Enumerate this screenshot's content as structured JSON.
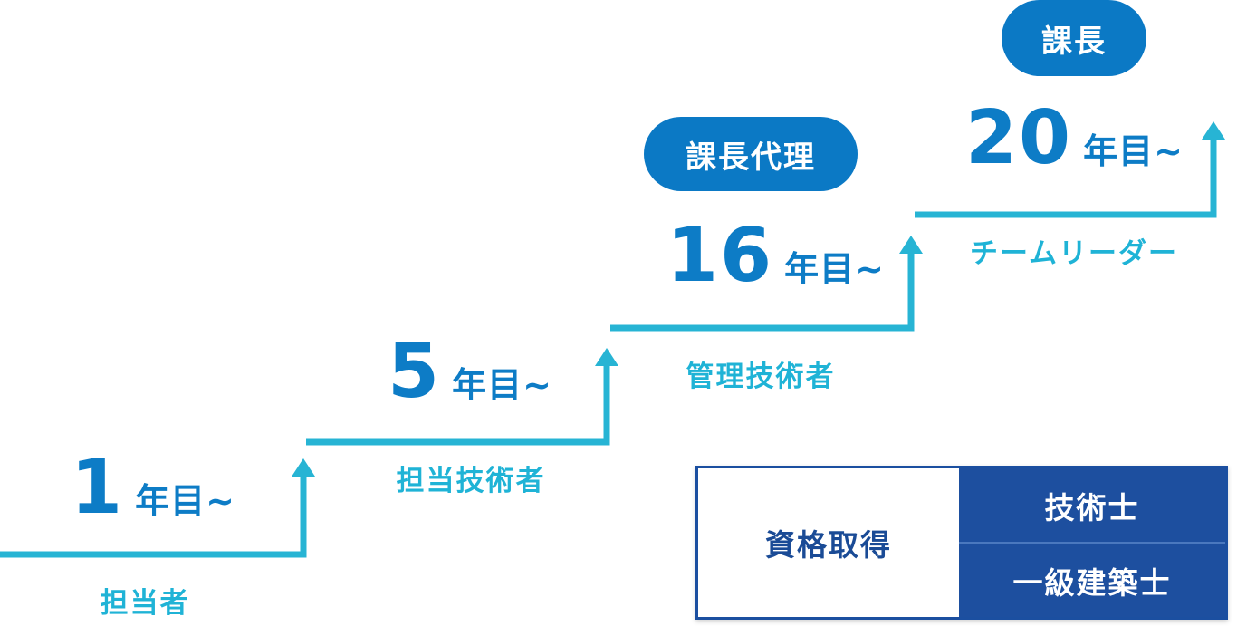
{
  "steps": [
    {
      "year": "1",
      "unit": "年目~",
      "role": "担当者"
    },
    {
      "year": "5",
      "unit": "年目~",
      "role": "担当技術者"
    },
    {
      "year": "16",
      "unit": "年目~",
      "role": "管理技術者",
      "badge": "課長代理"
    },
    {
      "year": "20",
      "unit": "年目~",
      "role": "チームリーダー",
      "badge": "課長"
    }
  ],
  "qualifications": {
    "title": "資格取得",
    "items": [
      "技術士",
      "一級建築士"
    ]
  },
  "colors": {
    "stair_line": "#27b4d4",
    "year_text": "#0d7cc6",
    "role_text": "#1fb3d6",
    "badge_bg": "#0b79c5",
    "qual_bg": "#1d4f9f"
  }
}
